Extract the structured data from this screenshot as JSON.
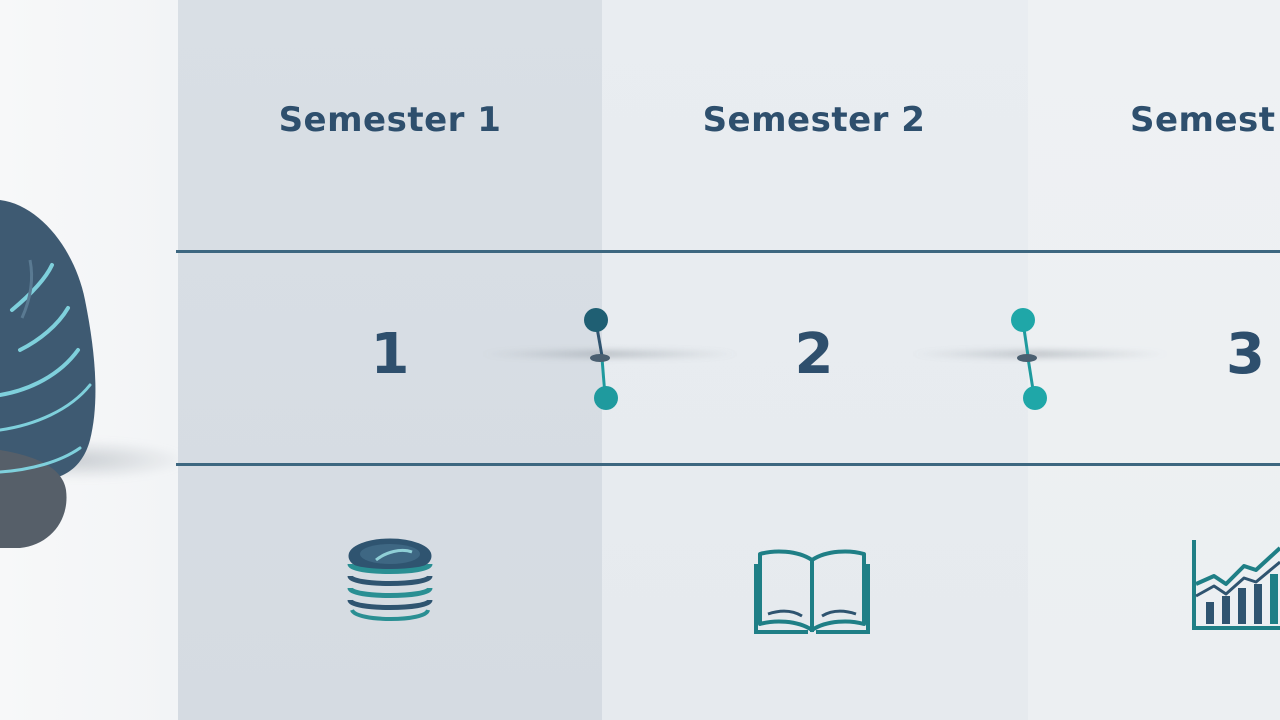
{
  "columns": [
    {
      "title": "Semester 1",
      "number": "1",
      "icon": "coin-stack-icon"
    },
    {
      "title": "Semester 2",
      "number": "2",
      "icon": "open-book-icon"
    },
    {
      "title": "Semest",
      "number": "3",
      "icon": "bar-chart-icon"
    }
  ],
  "colors": {
    "heading": "#2e4f6d",
    "rule": "#3d6780",
    "accent_teal": "#1f9a9e",
    "brain": "#3e5a72"
  },
  "decorations": {
    "left_graphic": "brain-icon",
    "connector": "node-connector-icon"
  }
}
